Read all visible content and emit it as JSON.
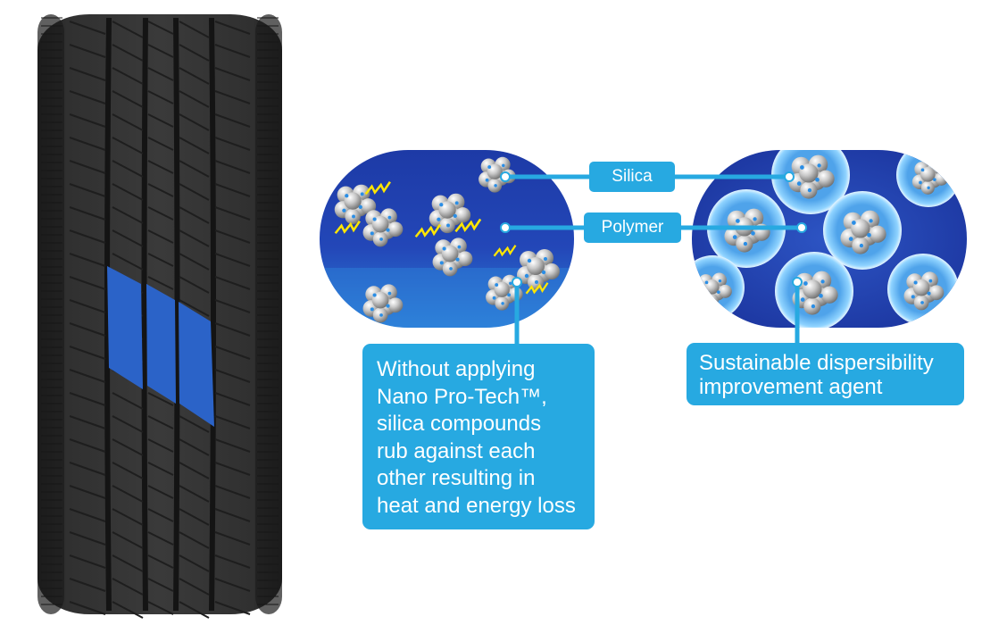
{
  "labels": {
    "silica": "Silica",
    "polymer": "Polymer"
  },
  "captions": {
    "without": [
      "Without applying",
      "Nano Pro-Tech™,",
      "silica compounds",
      "rub against each",
      "other resulting in",
      "heat and energy loss"
    ],
    "with": [
      "Sustainable dispersibility",
      "improvement agent"
    ]
  },
  "colors": {
    "callout": "#27a9e1",
    "capsule_blue": "#1f3fa8",
    "tire": "#2b2b2b",
    "highlight": "#2b63c8",
    "spark": "#ffe600"
  }
}
